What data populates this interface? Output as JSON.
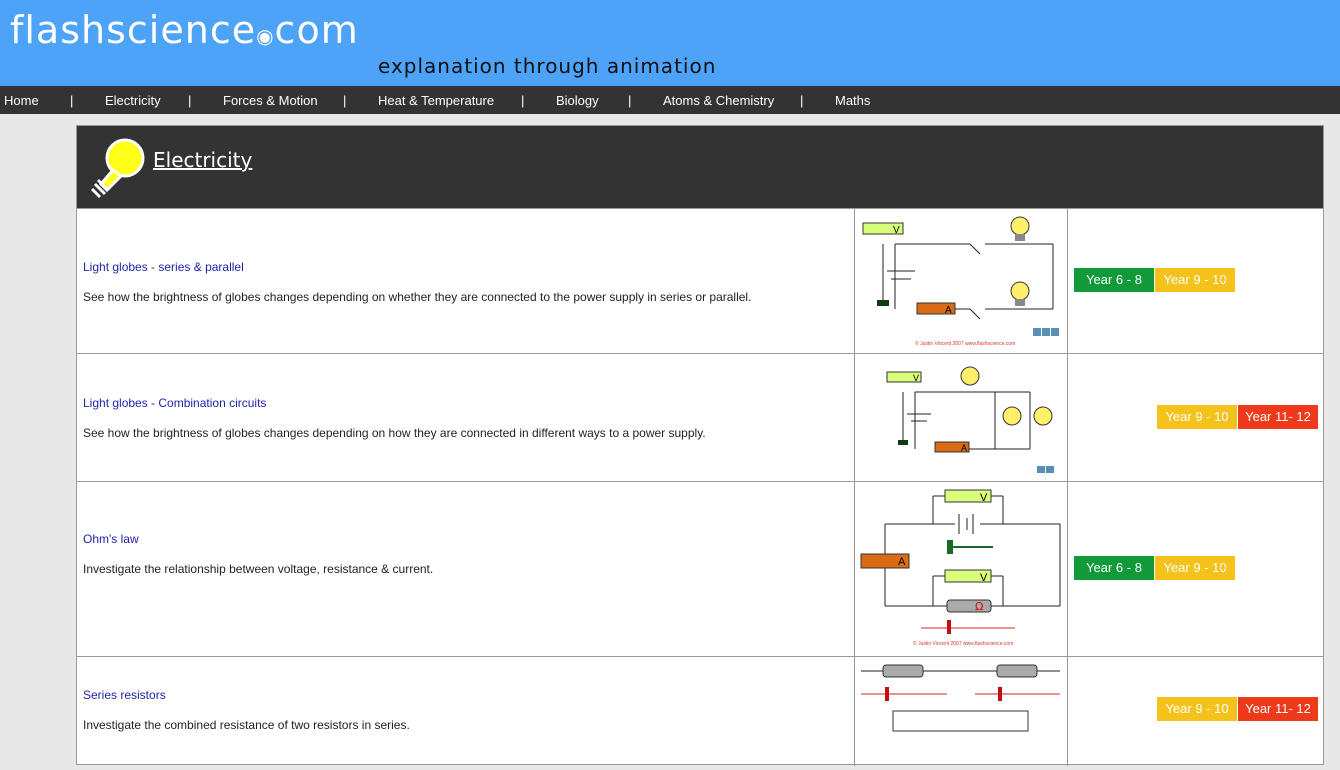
{
  "header": {
    "logo_main": "flashscience",
    "logo_dot": "◉",
    "logo_tld": "com",
    "tagline": "explanation through animation"
  },
  "nav": {
    "items": [
      "Home",
      "Electricity",
      "Forces & Motion",
      "Heat & Temperature",
      "Biology",
      "Atoms & Chemistry",
      "Maths"
    ],
    "separator": "|"
  },
  "section": {
    "title": "Electricity"
  },
  "rows": [
    {
      "title": "Light globes - series & parallel",
      "description": "See how the brightness of globes changes depending on whether they are connected to the power supply in series or parallel.",
      "years": [
        "Year 6 - 8",
        "Year 9 - 10"
      ]
    },
    {
      "title": "Light globes - Combination circuits",
      "description": "See how the brightness of globes changes depending on how they are connected in different ways to a power supply.",
      "years": [
        "Year 9 - 10",
        "Year 11- 12"
      ]
    },
    {
      "title": "Ohm's law",
      "description": "Investigate the relationship between voltage, resistance & current.",
      "years": [
        "Year 6 - 8",
        "Year 9 - 10"
      ]
    },
    {
      "title": "Series resistors",
      "description": "Investigate the combined resistance of two resistors in series.",
      "years": [
        "Year 9 - 10",
        "Year 11- 12"
      ]
    }
  ],
  "diagram_labels": {
    "volt": "V",
    "amp": "A",
    "ohm": "Ω",
    "copyright_2007": "© Justin Vincent 2007  www.flashscience.com",
    "copyright_2007b": "© Justin Vincent 2007  www.flashscience.com"
  },
  "colors": {
    "header_bg": "#4da3f7",
    "nav_bg": "#333333",
    "year_6_8": "#129a3a",
    "year_9_10": "#f5c21b",
    "year_11_12": "#ee3a1a",
    "link": "#2222aa"
  }
}
